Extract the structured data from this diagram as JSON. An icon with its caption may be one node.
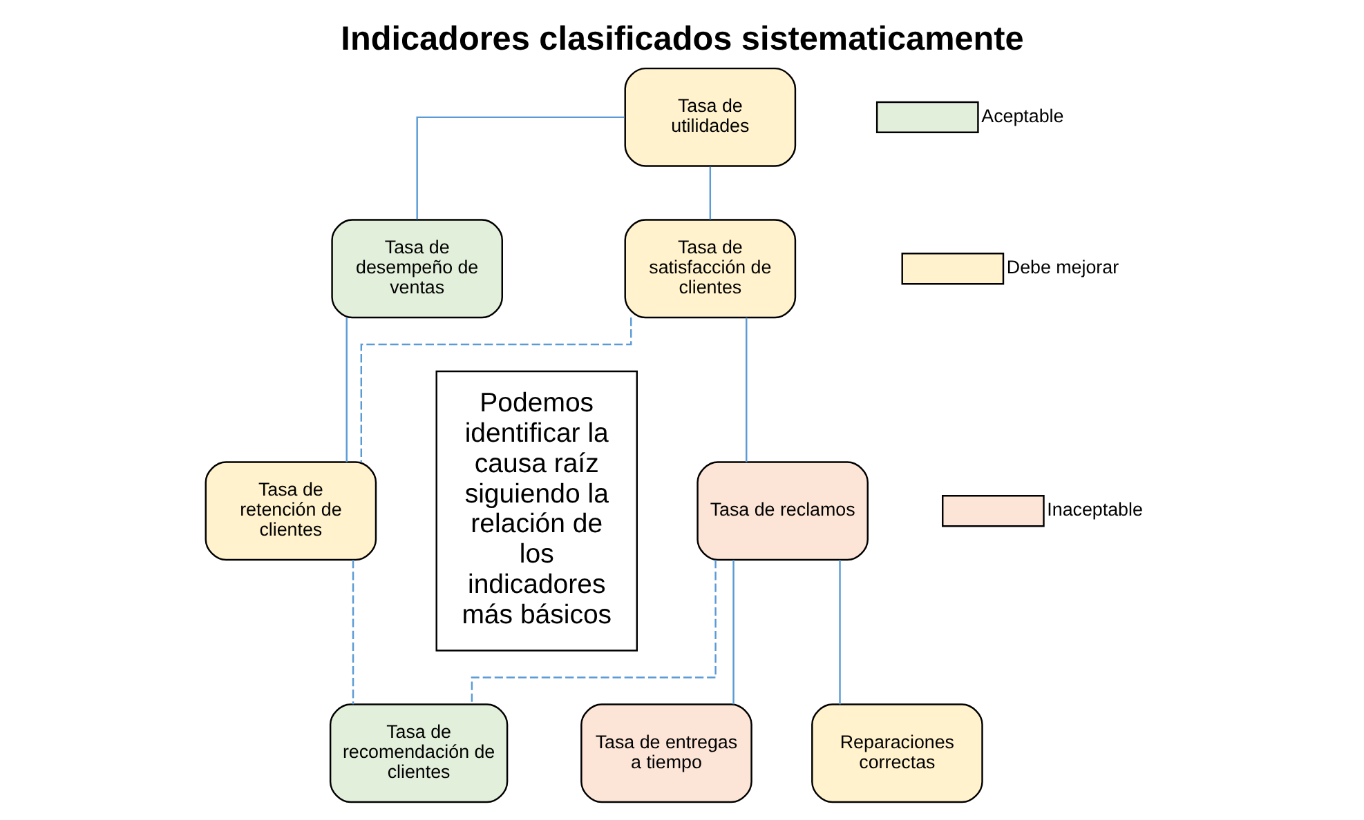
{
  "diagram": {
    "title": "Indicadores clasificados sistematicamente",
    "nodes": [
      {
        "text": [
          "Tasa de utilidades"
        ]
      },
      {
        "text": [
          "Tasa de satisfacción de clientes"
        ]
      },
      {
        "text": [
          "Tasa de desempeño de ventas"
        ]
      },
      {
        "text": [
          "Tasa de retención de clientes"
        ]
      },
      {
        "text": [
          "Tasa de reclamos"
        ]
      },
      {
        "text": [
          "Tasa de recomendación de clientes"
        ]
      },
      {
        "text": [
          "Tasa de entregas a tiempo"
        ]
      },
      {
        "text": [
          "Reparaciones correctas"
        ]
      },
      {
        "text": [
          "Podemos identificar la causa raíz siguiendo la relación de los indicadores más básicos"
        ]
      }
    ],
    "edges": [
      {
        "from": 0,
        "to": 1,
        "arrow": "none"
      },
      {
        "from": 0,
        "to": 2,
        "arrow": "none"
      },
      {
        "from": 1,
        "to": 3,
        "arrow": "none",
        "style": "dashed"
      },
      {
        "from": 2,
        "to": 3,
        "arrow": "none"
      },
      {
        "from": 1,
        "to": 4,
        "arrow": "none"
      },
      {
        "from": 3,
        "to": 5,
        "arrow": "none",
        "style": "dashed"
      },
      {
        "from": 4,
        "to": 5,
        "arrow": "none",
        "style": "dashed"
      },
      {
        "from": 4,
        "to": 6,
        "arrow": "none"
      },
      {
        "from": 4,
        "to": 7,
        "arrow": "none"
      }
    ],
    "legend": [
      {
        "text": "Aceptable",
        "color": "#e2efda"
      },
      {
        "text": "Debe mejorar",
        "color": "#fff2cc"
      },
      {
        "text": "Inaceptable",
        "color": "#fce4d6"
      }
    ]
  }
}
